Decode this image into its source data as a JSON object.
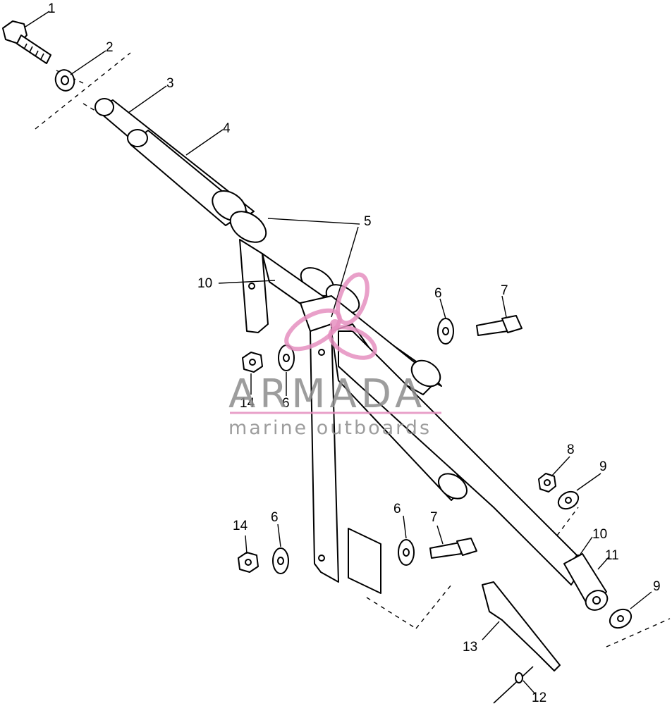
{
  "callouts": {
    "c1": "1",
    "c2": "2",
    "c3": "3",
    "c4": "4",
    "c5": "5",
    "c6a": "6",
    "c6b": "6",
    "c6c": "6",
    "c6d": "6",
    "c7a": "7",
    "c7b": "7",
    "c8": "8",
    "c9a": "9",
    "c9b": "9",
    "c10a": "10",
    "c10b": "10",
    "c11": "11",
    "c12": "12",
    "c13": "13",
    "c14a": "14",
    "c14b": "14"
  },
  "watermark": {
    "title": "ARMADA",
    "subtitle": "marine outboards",
    "colors": {
      "logo": "#e58fbf",
      "text": "#8c8c8c"
    }
  }
}
